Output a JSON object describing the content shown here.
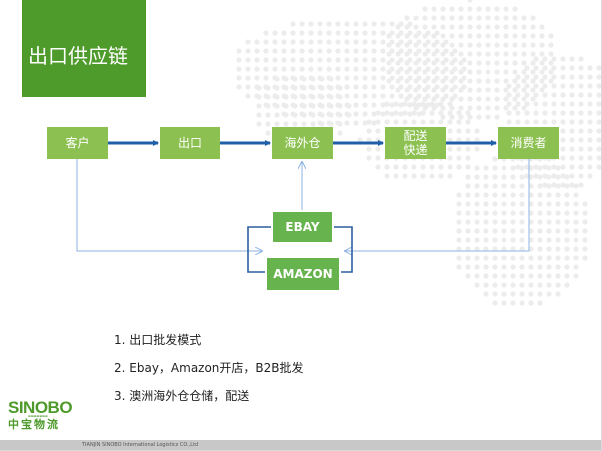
{
  "title": "出口供应链",
  "nodes": {
    "customer": "客户",
    "export": "出口",
    "overseas_warehouse": "海外仓",
    "delivery_line1": "配送",
    "delivery_line2": "快递",
    "consumer": "消费者",
    "ebay": "EBAY",
    "amazon": "AMAZON"
  },
  "list": [
    "1. 出口批发模式",
    "2. Ebay，Amazon开店，B2B批发",
    "3. 澳洲海外仓仓储，配送"
  ],
  "logo": {
    "name": "SINOBO",
    "chinese": "中宝物流"
  },
  "footer": "TIANJIN SINOBO International Logistics CO.,Ltd",
  "colors": {
    "title_bg": "#4e9a2b",
    "node_bg": "#8cc152",
    "platform_bg": "#67b44f",
    "main_arrow": "#1f5fa8",
    "thin_line": "#8db3e2"
  }
}
